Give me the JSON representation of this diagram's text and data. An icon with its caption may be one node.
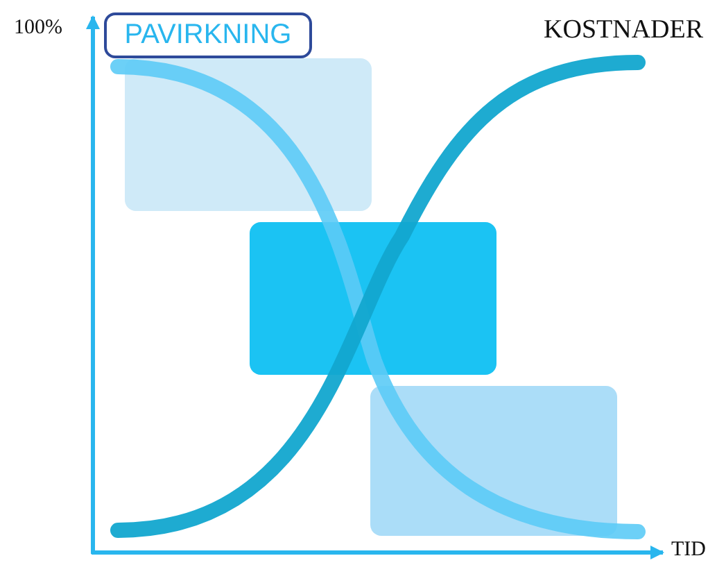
{
  "diagram": {
    "nodes": [
      {
        "text": [
          "PAVIRKNING"
        ]
      },
      {
        "text": [],
        "shape": "box"
      },
      {
        "text": [],
        "shape": "box"
      },
      {
        "text": [],
        "shape": "box"
      }
    ],
    "edges": [],
    "labels": [
      "100%",
      "KOSTNADER",
      "TID"
    ]
  }
}
